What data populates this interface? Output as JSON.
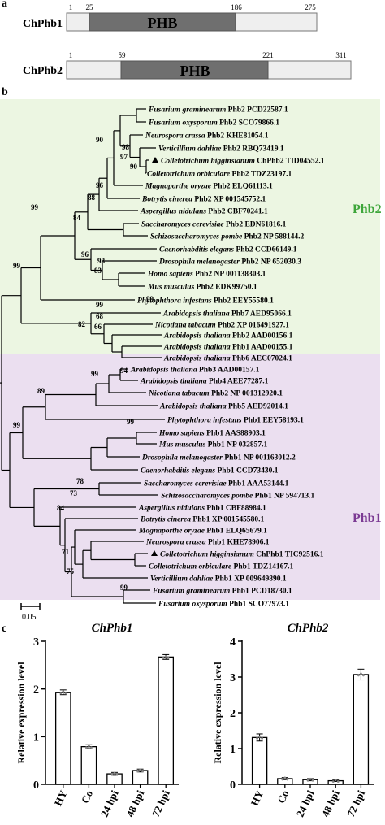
{
  "panel_a": {
    "label": "a",
    "proteins": [
      {
        "name": "ChPhb1",
        "start": "1",
        "domain_start": "25",
        "domain_end": "186",
        "end": "275",
        "domain": "PHB"
      },
      {
        "name": "ChPhb2",
        "start": "1",
        "domain_start": "59",
        "domain_end": "221",
        "end": "311",
        "domain": "PHB"
      }
    ]
  },
  "panel_b": {
    "label": "b",
    "group_phb2": "Phb2",
    "group_phb1": "Phb1",
    "scale_label": "0.05",
    "taxa": [
      {
        "species": "Fusarium graminearum",
        "rest": " Phb2 PCD22587.1"
      },
      {
        "species": "Fusarium oxysporum",
        "rest": " Phb2  SCO79866.1"
      },
      {
        "species": "Neurospora crassa",
        "rest": " Phb2 KHE81054.1"
      },
      {
        "species": "Verticillium dahliae",
        "rest": " Phb2 RBQ73419.1"
      },
      {
        "species": "Colletotrichum higginsianum",
        "rest": " ChPhb2 TID04552.1",
        "marker": true
      },
      {
        "species": "Colletotrichum orbiculare",
        "rest": " Phb2 TDZ23197.1"
      },
      {
        "species": "Magnaporthe oryzae",
        "rest": " Phb2 ELQ61113.1"
      },
      {
        "species": "Botrytis cinerea",
        "rest": " Phb2 XP 001545752.1"
      },
      {
        "species": "Aspergillus nidulans",
        "rest": " Phb2 CBF70241.1"
      },
      {
        "species": "Saccharomyces cerevisiae",
        "rest": " Phb2 EDN61816.1"
      },
      {
        "species": "Schizosaccharomyces pombe",
        "rest": " Phb2 NP 588144.2"
      },
      {
        "species": "Caenorhabditis elegans",
        "rest": " Phb2 CCD66149.1"
      },
      {
        "species": "Drosophila melanogaster",
        "rest": " Phb2 NP 652030.3"
      },
      {
        "species": "Homo sapiens",
        "rest": " Phb2 NP 001138303.1"
      },
      {
        "species": "Mus musculus",
        "rest": " Phb2 EDK99750.1"
      },
      {
        "species": "Phytophthora infestans",
        "rest": " Phb2 EEY55580.1"
      },
      {
        "species": "Arabidopsis thaliana",
        "rest": " Phb7 AED95066.1"
      },
      {
        "species": "Nicotiana tabacum",
        "rest": " Phb2 XP 016491927.1"
      },
      {
        "species": "Arabidopsis thaliana",
        "rest": " Phb2 AAD00156.1"
      },
      {
        "species": "Arabidopsis thaliana",
        "rest": " Phb1 AAD00155.1"
      },
      {
        "species": "Arabidopsis thaliana",
        "rest": " Phb6 AEC07024.1"
      },
      {
        "species": "Arabidopsis thaliana",
        "rest": " Phb3  AAD00157.1"
      },
      {
        "species": "Arabidopsis thaliana",
        "rest": " Phb4 AEE77287.1"
      },
      {
        "species": "Nicotiana tabacum",
        "rest": " Phb2 NP 001312920.1"
      },
      {
        "species": "Arabidopsis thaliana",
        "rest": " Phb5 AED92014.1"
      },
      {
        "species": "Phytophthora infestans",
        "rest": " Phb1 EEY58193.1"
      },
      {
        "species": "Homo sapiens",
        "rest": " Phb1 AAS88903.1"
      },
      {
        "species": "Mus musculus",
        "rest": " Phb1 NP 032857.1"
      },
      {
        "species": "Drosophila melanogaster",
        "rest": " Phb1 NP 001163012.2"
      },
      {
        "species": "Caenorhabditis elegans",
        "rest": " Phb1 CCD73430.1"
      },
      {
        "species": "Saccharomyces cerevisiae",
        "rest": " Phb1 AAA53144.1"
      },
      {
        "species": "Schizosaccharomyces pombe",
        "rest": " Phb1 NP 594713.1"
      },
      {
        "species": "Aspergillus nidulans",
        "rest": " Phb1 CBF88984.1"
      },
      {
        "species": "Botrytis cinerea",
        "rest": " Phb1 XP 001545580.1"
      },
      {
        "species": "Magnaporthe oryzae",
        "rest": " Phb1 ELQ65679.1"
      },
      {
        "species": "Neurospora crassa",
        "rest": " Phb1 KHE78906.1"
      },
      {
        "species": "Colletotrichum higginsianum",
        "rest": " ChPhb1 TIC92516.1",
        "marker": true
      },
      {
        "species": "Colletotrichum orbiculare",
        "rest": " Phb1 TDZ14167.1"
      },
      {
        "species": "Verticillium dahliae",
        "rest": " Phb1 XP 009649890.1"
      },
      {
        "species": "Fusarium graminearum",
        "rest": " Phb1  PCD18730.1"
      },
      {
        "species": "Fusarium oxysporum",
        "rest": " Phb1 SCO77973.1"
      }
    ],
    "bootstrap": [
      "98",
      "97",
      "90",
      "90",
      "96",
      "88",
      "84",
      "99",
      "96",
      "98",
      "83",
      "99",
      "99",
      "99",
      "68",
      "66",
      "82",
      "94",
      "99",
      "89",
      "99",
      "99",
      "78",
      "73",
      "84",
      "71",
      "75",
      "99"
    ]
  },
  "panel_c": {
    "label": "c",
    "ylabel": "Relative expression  level",
    "colors": {
      "bar": "#ffffff",
      "edge": "#000000"
    },
    "chart_data": [
      {
        "type": "bar",
        "title": "ChPhb1",
        "categories": [
          "HY",
          "Co",
          "24 hpi",
          "48 hpi",
          "72 hpi"
        ],
        "values": [
          1.93,
          0.79,
          0.22,
          0.29,
          2.67
        ],
        "errors": [
          0.05,
          0.04,
          0.03,
          0.03,
          0.05
        ],
        "ylim": [
          0,
          3
        ],
        "yticks": [
          "0",
          "1",
          "2",
          "3"
        ]
      },
      {
        "type": "bar",
        "title": "ChPhb2",
        "categories": [
          "HY",
          "Co",
          "24 hpi",
          "48 hpi",
          "72 hpi"
        ],
        "values": [
          1.31,
          0.16,
          0.13,
          0.1,
          3.07
        ],
        "errors": [
          0.1,
          0.03,
          0.03,
          0.02,
          0.15
        ],
        "ylim": [
          0,
          4
        ],
        "yticks": [
          "0",
          "1",
          "2",
          "3",
          "4"
        ]
      }
    ]
  }
}
